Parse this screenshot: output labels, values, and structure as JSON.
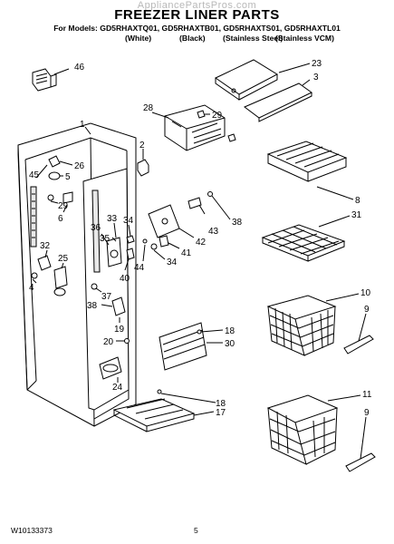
{
  "watermark": "AppliancePartsPros.com",
  "title": "FREEZER LINER PARTS",
  "models_line": "For Models: GD5RHAXTQ01, GD5RHAXTB01, GD5RHAXTS01, GD5RHAXTL01",
  "variants": [
    "(White)",
    "(Black)",
    "(Stainless Steel)",
    "(Stainless VCM)"
  ],
  "callouts": {
    "c46": "46",
    "c23": "23",
    "c3": "3",
    "c28": "28",
    "c29a": "29",
    "c1": "1",
    "c2": "2",
    "c45": "45",
    "c26": "26",
    "c5": "5",
    "c29b": "29",
    "c6": "6",
    "c36": "36",
    "c33": "33",
    "c34a": "34",
    "c35": "35",
    "c38a": "38",
    "c43": "43",
    "c42": "42",
    "c41": "41",
    "c44": "44",
    "c34b": "34",
    "c32": "32",
    "c25": "25",
    "c4": "4",
    "c40": "40",
    "c37": "37",
    "c38b": "38",
    "c19": "19",
    "c8": "8",
    "c31": "31",
    "c10": "10",
    "c9a": "9",
    "c18a": "18",
    "c30": "30",
    "c20": "20",
    "c24": "24",
    "c18b": "18",
    "c17": "17",
    "c11": "11",
    "c9b": "9"
  },
  "footer": {
    "doc_number": "W10133373",
    "page_number": "5"
  }
}
